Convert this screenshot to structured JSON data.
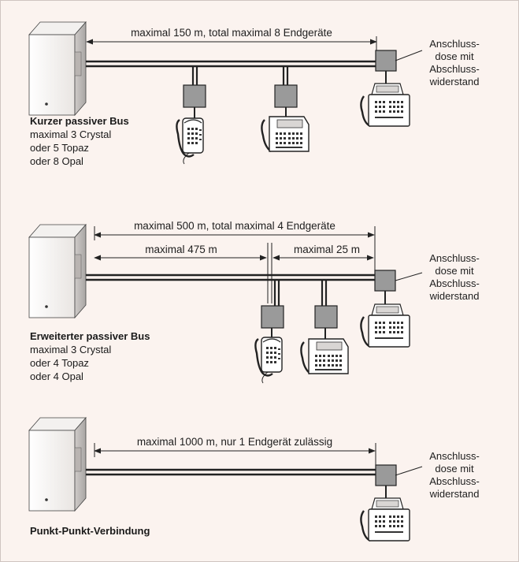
{
  "sections": [
    {
      "id": "short-bus",
      "dimension_label": "maximal 150 m, total maximal 8 Endgeräte",
      "caption_title": "Kurzer passiver Bus",
      "caption_lines": [
        "maximal 3 Crystal",
        "oder 5 Topaz",
        "oder 8 Opal"
      ],
      "terminal_note": [
        "Anschluss-",
        "dose mit",
        "Abschluss-",
        "widerstand"
      ]
    },
    {
      "id": "extended-bus",
      "dimension_label": "maximal 500 m, total maximal 4 Endgeräte",
      "sub_dimension_left": "maximal 475 m",
      "sub_dimension_right": "maximal 25 m",
      "caption_title": "Erweiterter passiver Bus",
      "caption_lines": [
        "maximal 3 Crystal",
        "oder 4 Topaz",
        "oder 4 Opal"
      ],
      "terminal_note": [
        "Anschluss-",
        "dose mit",
        "Abschluss-",
        "widerstand"
      ]
    },
    {
      "id": "point-to-point",
      "dimension_label": "maximal 1000 m, nur 1 Endgerät zulässig",
      "caption_title": "Punkt-Punkt-Verbindung",
      "caption_lines": [],
      "terminal_note": [
        "Anschluss-",
        "dose mit",
        "Abschluss-",
        "widerstand"
      ]
    }
  ],
  "colors": {
    "background": "#fbf3ef",
    "box_fill": "#9a9a9a",
    "line": "#222222"
  }
}
